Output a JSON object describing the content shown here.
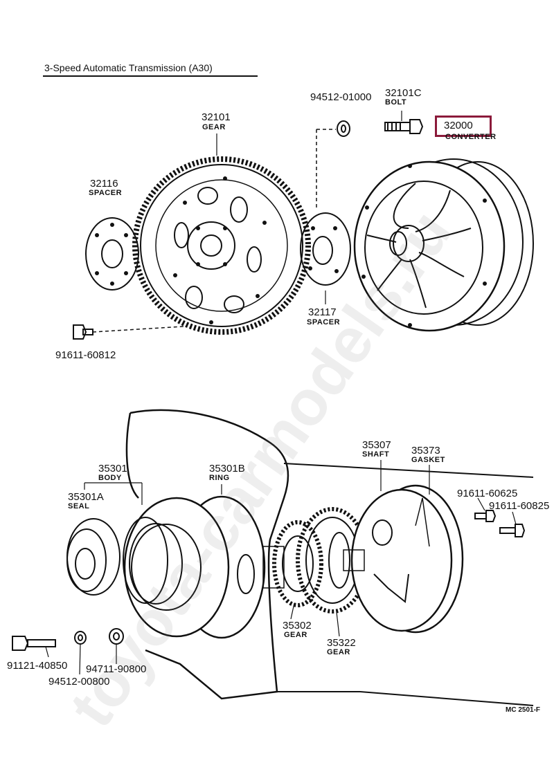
{
  "title": "3-Speed Automatic Transmission (A30)",
  "watermark": "toyota-carmodels.ru",
  "highlight_color": "#8b1a3a",
  "figure_code": "MC 2501-F",
  "parts": {
    "p94512_01000": "94512-01000",
    "p32101c": {
      "number": "32101C",
      "name": "BOLT"
    },
    "p32000": {
      "number": "32000",
      "name": "CONVERTER"
    },
    "p32101": {
      "number": "32101",
      "name": "GEAR"
    },
    "p32116": {
      "number": "32116",
      "name": "SPACER"
    },
    "p32117": {
      "number": "32117",
      "name": "SPACER"
    },
    "p91611_60812": "91611-60812",
    "p35301": {
      "number": "35301",
      "name": "BODY"
    },
    "p35301a": {
      "number": "35301A",
      "name": "SEAL"
    },
    "p35301b": {
      "number": "35301B",
      "name": "RING"
    },
    "p35307": {
      "number": "35307",
      "name": "SHAFT"
    },
    "p35373": {
      "number": "35373",
      "name": "GASKET"
    },
    "p91611_60625": "91611-60625",
    "p91611_60825": "91611-60825",
    "p35302": {
      "number": "35302",
      "name": "GEAR"
    },
    "p35322": {
      "number": "35322",
      "name": "GEAR"
    },
    "p91121_40850": "91121-40850",
    "p94711_90800": "94711-90800",
    "p94512_00800": "94512-00800"
  }
}
